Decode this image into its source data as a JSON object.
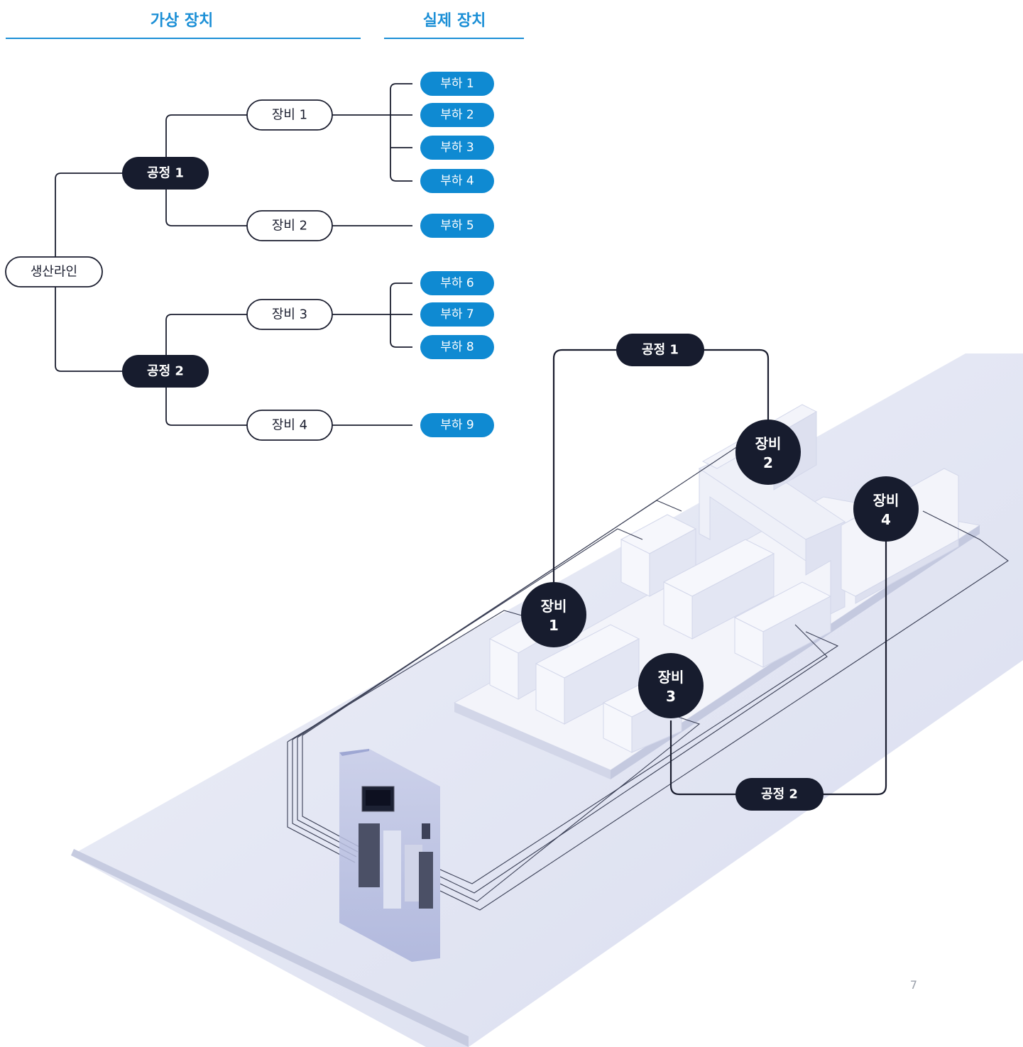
{
  "headers": {
    "virtual": "가상 장치",
    "real": "실제 장치"
  },
  "root": "생산라인",
  "processes": [
    "공정 1",
    "공정 2"
  ],
  "equipment": [
    "장비 1",
    "장비 2",
    "장비 3",
    "장비 4"
  ],
  "loads": [
    "부하 1",
    "부하 2",
    "부하 3",
    "부하 4",
    "부하 5",
    "부하 6",
    "부하 7",
    "부하 8",
    "부하 9"
  ],
  "illustration": {
    "process_labels": [
      "공정 1",
      "공정 2"
    ],
    "equipment_circles": [
      {
        "line1": "장비",
        "line2": "1"
      },
      {
        "line1": "장비",
        "line2": "2"
      },
      {
        "line1": "장비",
        "line2": "3"
      },
      {
        "line1": "장비",
        "line2": "4"
      }
    ]
  },
  "page_number": "7",
  "colors": {
    "accent": "#1b8fd6",
    "dark": "#171c2e",
    "floor": "#e6e9f4",
    "line": "#1a1d2e"
  }
}
